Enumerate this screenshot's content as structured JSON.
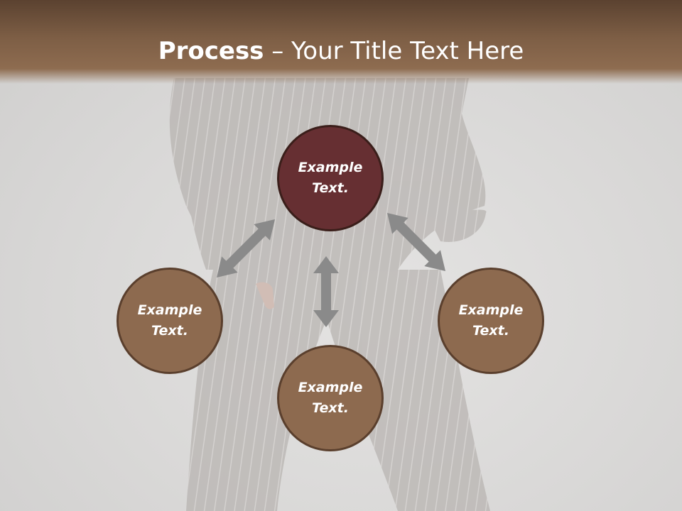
{
  "title": {
    "strong": "Process",
    "light": "– Your Title Text Here"
  },
  "colors": {
    "header": "#8e6c50",
    "center_node": "#662f32",
    "outer_node": "#8d6a4f",
    "arrow": "#8a8a8a"
  },
  "nodes": {
    "top": {
      "line1": "Example",
      "line2": "Text."
    },
    "left": {
      "line1": "Example",
      "line2": "Text."
    },
    "right": {
      "line1": "Example",
      "line2": "Text."
    },
    "bottom": {
      "line1": "Example",
      "line2": "Text."
    }
  }
}
